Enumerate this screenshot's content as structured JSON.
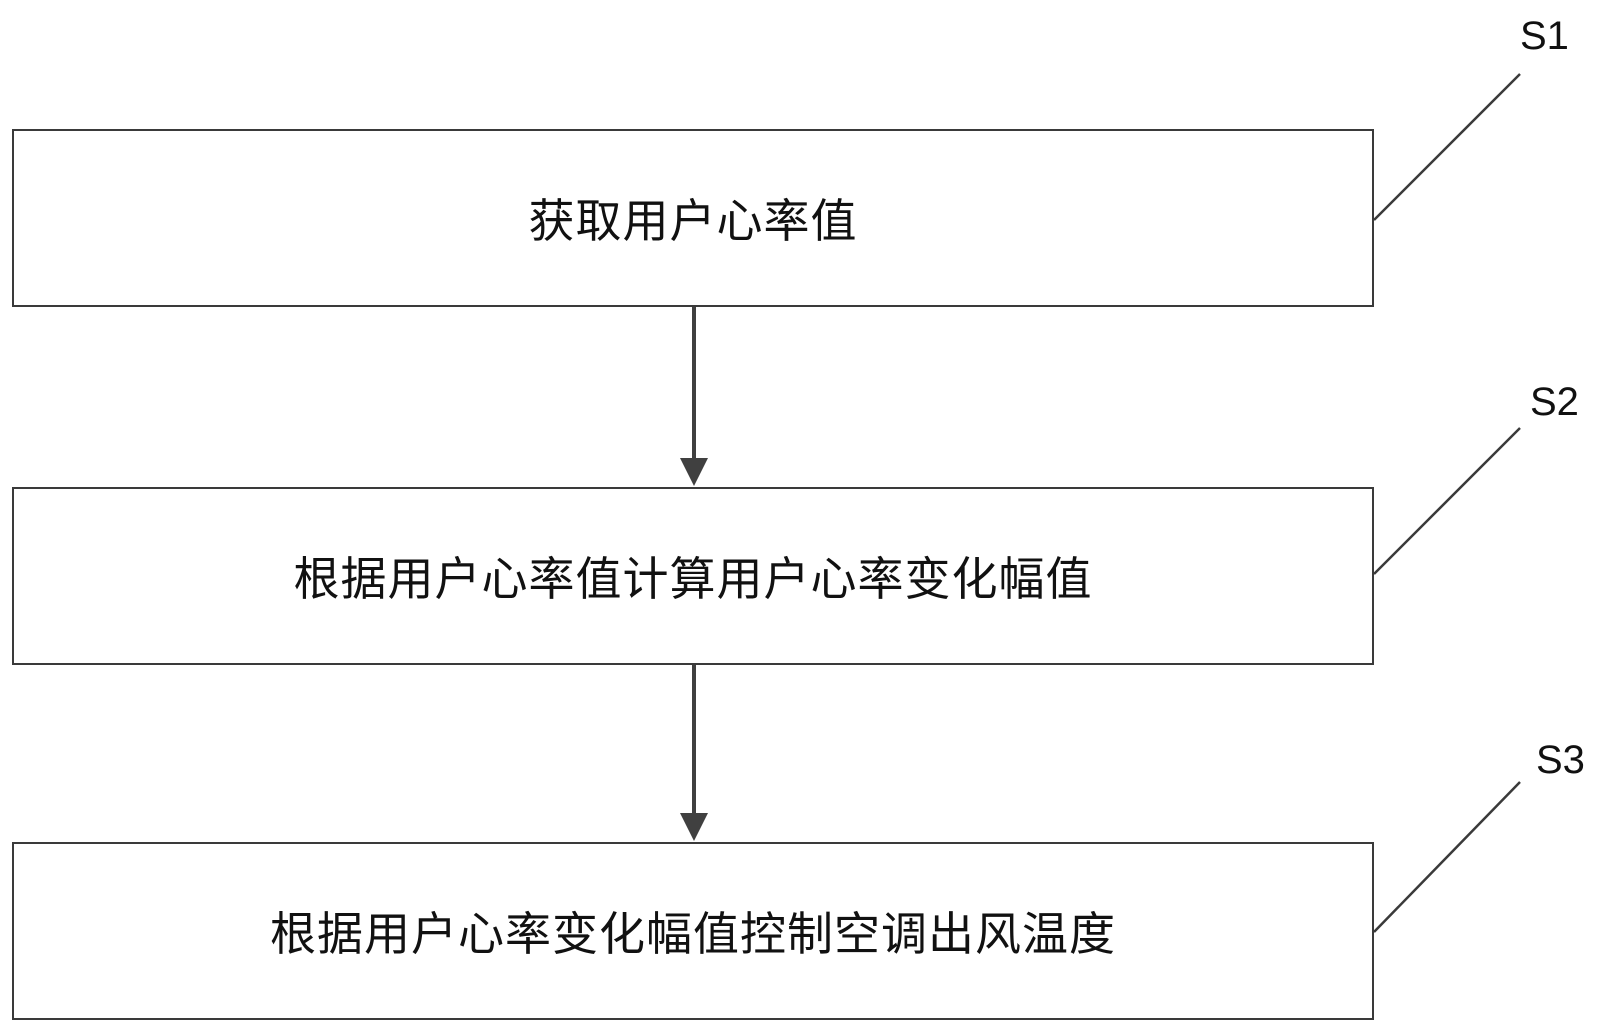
{
  "steps": [
    {
      "id": "S1",
      "label": "S1",
      "text": "获取用户心率值"
    },
    {
      "id": "S2",
      "label": "S2",
      "text": "根据用户心率值计算用户心率变化幅值"
    },
    {
      "id": "S3",
      "label": "S3",
      "text": "根据用户心率变化幅值控制空调出风温度"
    }
  ],
  "colors": {
    "box_border": "#3a3a3a",
    "arrow": "#404040",
    "text": "#111111"
  }
}
